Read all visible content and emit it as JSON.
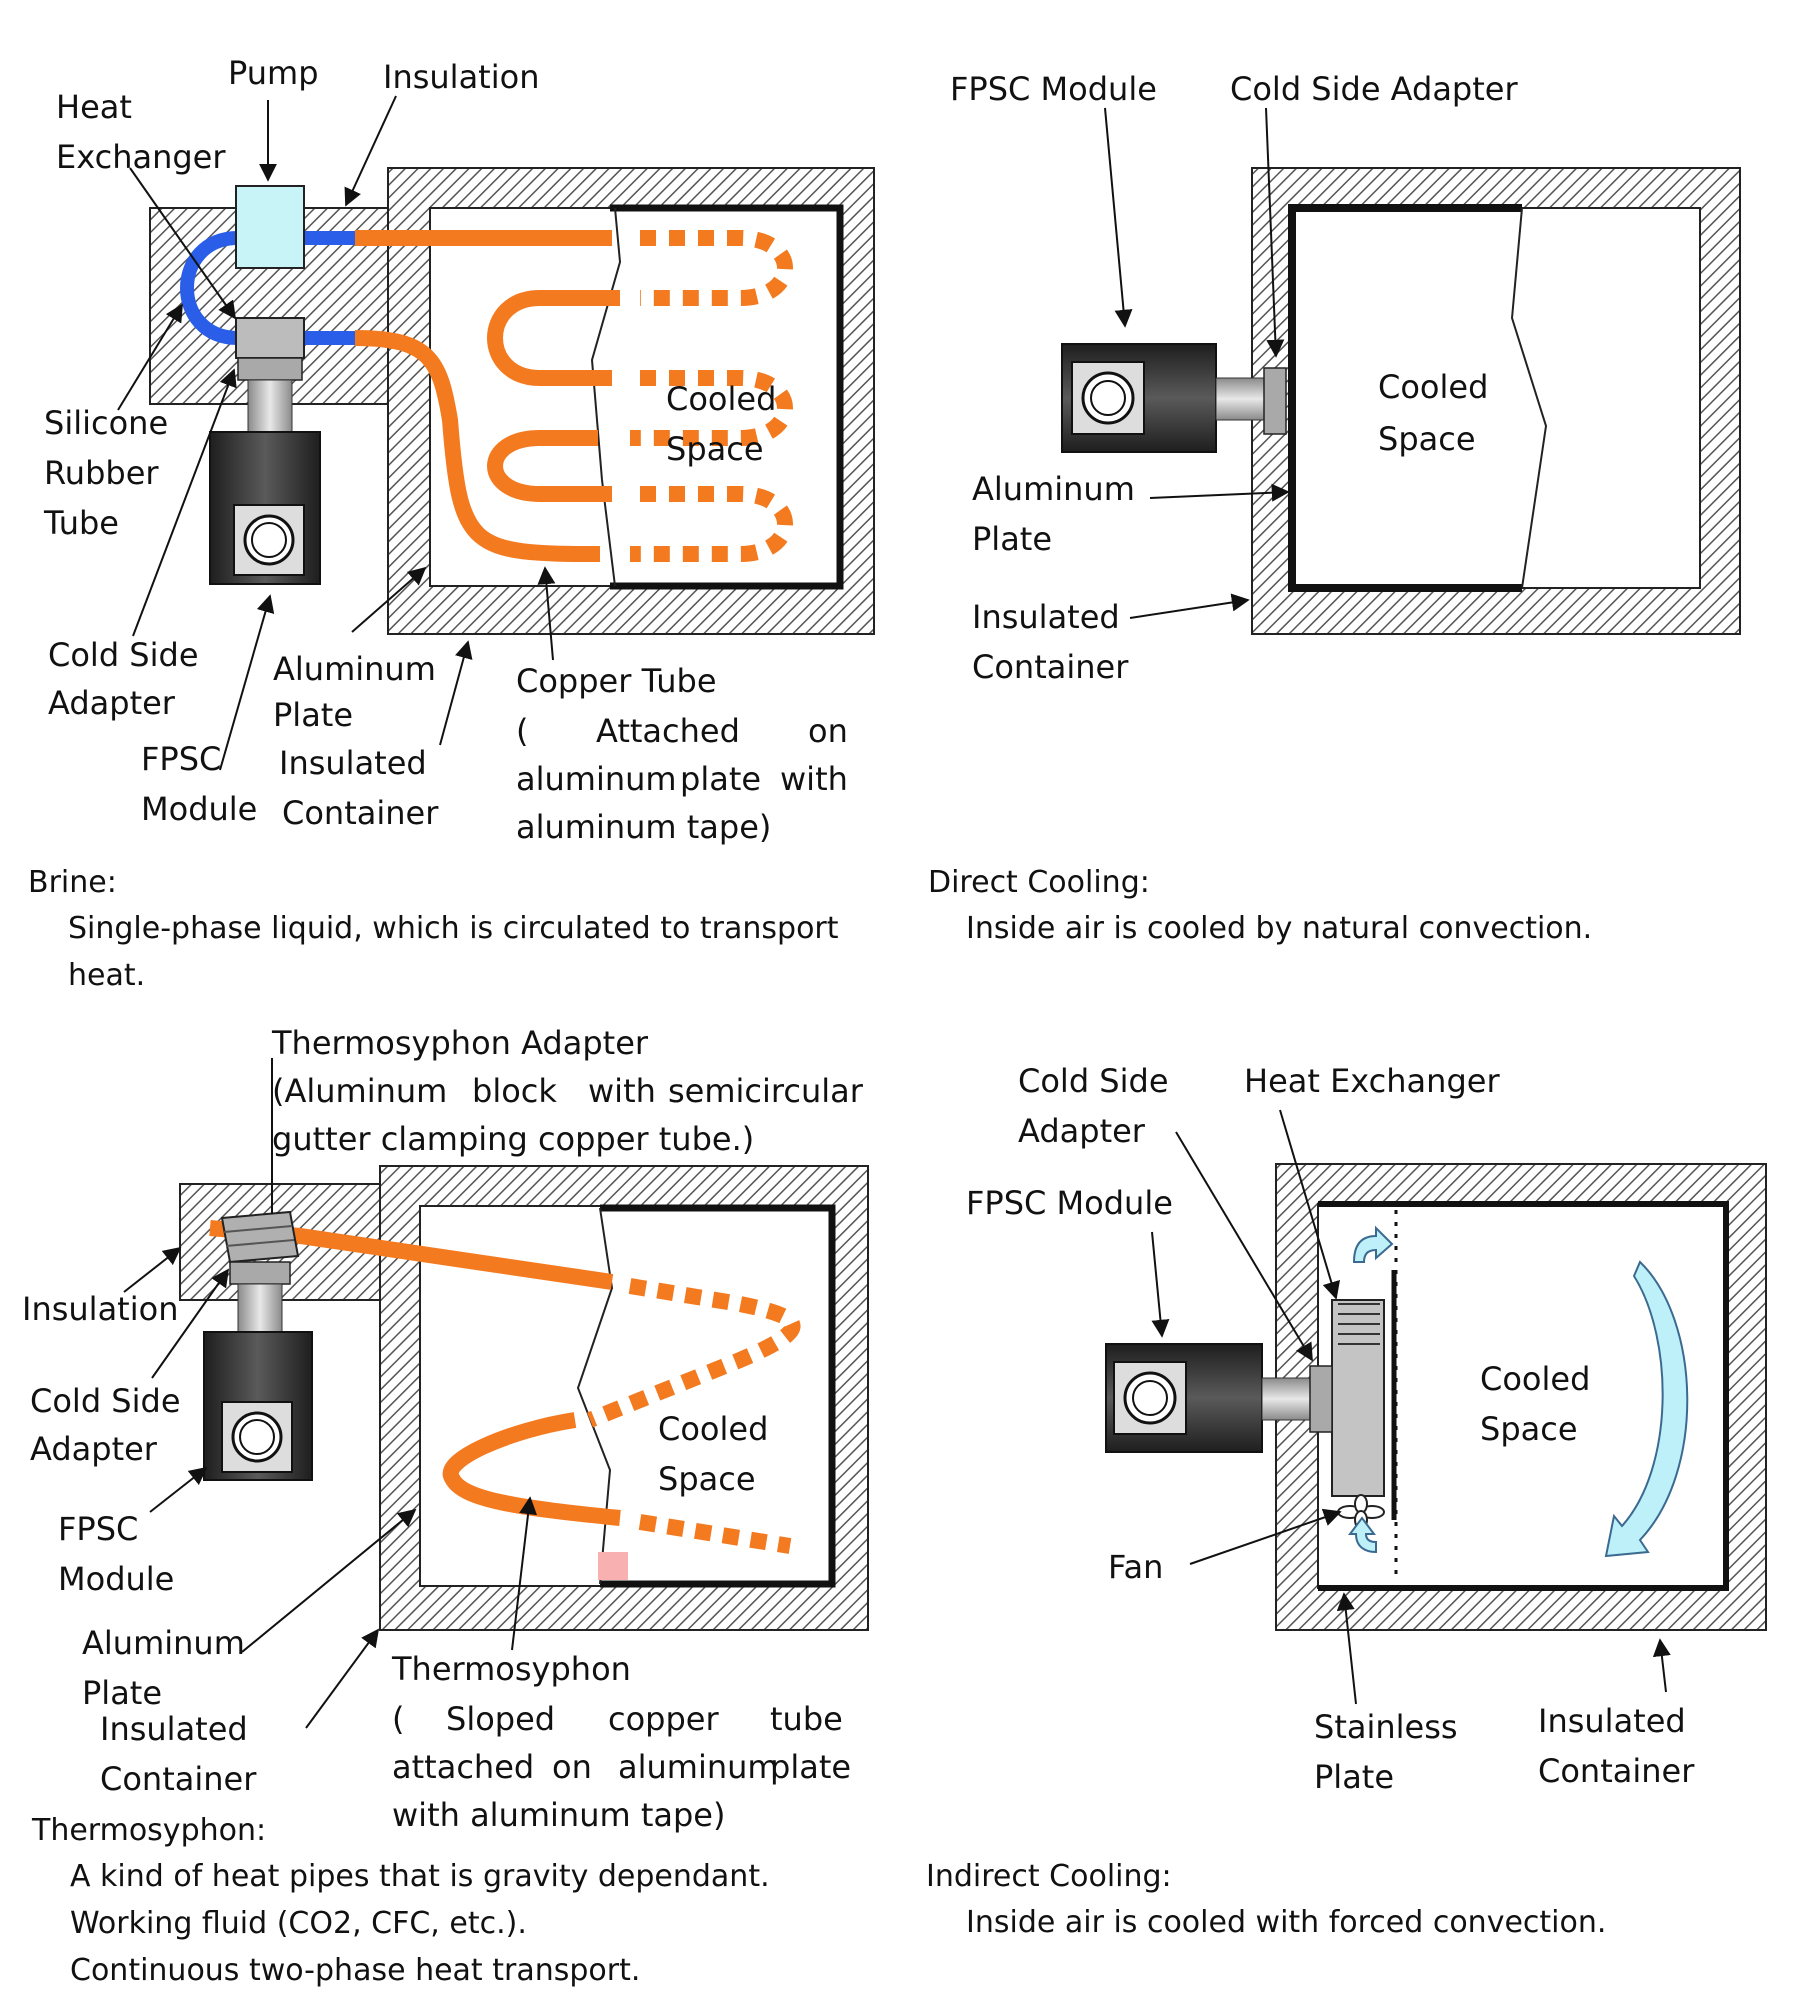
{
  "colors": {
    "tube": "#f47a20",
    "silicone": "#2a5ee8",
    "pump": "#c8f4f8",
    "module_dark": "#3a3a3a",
    "hatch": "#555555",
    "air_arrow": "#bdf0f8"
  },
  "brine": {
    "labels": {
      "pump": "Pump",
      "insulation": "Insulation",
      "heat_exchanger_1": "Heat",
      "heat_exchanger_2": "Exchanger",
      "silicone_1": "Silicone",
      "silicone_2": "Rubber",
      "silicone_3": "Tube",
      "cold_side_1": "Cold Side",
      "cold_side_2": "Adapter",
      "fpsc_1": "FPSC",
      "fpsc_2": "Module",
      "aluminum_1": "Aluminum",
      "aluminum_2": "Plate",
      "insulated_1": "Insulated",
      "insulated_2": "Container",
      "cooled_1": "Cooled",
      "cooled_2": "Space",
      "copper_1": "Copper Tube",
      "copper_2a": "(",
      "copper_2b": "Attached",
      "copper_2c": "on",
      "copper_3a": "aluminum",
      "copper_3b": "plate",
      "copper_3c": "with",
      "copper_4": "aluminum tape)"
    },
    "caption_title": "Brine:",
    "caption_line1": "Single-phase liquid, which is circulated to transport",
    "caption_line2": "heat."
  },
  "direct": {
    "labels": {
      "fpsc": "FPSC Module",
      "cold_side": "Cold Side Adapter",
      "cooled_1": "Cooled",
      "cooled_2": "Space",
      "aluminum_1": "Aluminum",
      "aluminum_2": "Plate",
      "insulated_1": "Insulated",
      "insulated_2": "Container"
    },
    "caption_title": "Direct Cooling:",
    "caption_line1": "Inside air is cooled by natural convection."
  },
  "thermo": {
    "labels": {
      "adapter_1": "Thermosyphon Adapter",
      "adapter_2a": "(Aluminum",
      "adapter_2b": "block",
      "adapter_2c": "with",
      "adapter_2d": "semicircular",
      "adapter_3": "gutter clamping copper tube.)",
      "insulation": "Insulation",
      "cold_side_1": "Cold Side",
      "cold_side_2": "Adapter",
      "fpsc_1": "FPSC",
      "fpsc_2": "Module",
      "aluminum_1": "Aluminum",
      "aluminum_2": "Plate",
      "insulated_1": "Insulated",
      "insulated_2": "Container",
      "cooled_1": "Cooled",
      "cooled_2": "Space",
      "ts_1": "Thermosyphon",
      "ts_2a": "(",
      "ts_2b": "Sloped",
      "ts_2c": "copper",
      "ts_2d": "tube",
      "ts_3a": "attached",
      "ts_3b": "on",
      "ts_3c": "aluminum",
      "ts_3d": "plate",
      "ts_4": "with aluminum tape)"
    },
    "caption_title": "Thermosyphon:",
    "caption_line1": "A kind of heat pipes that is gravity dependant.",
    "caption_line2": "Working fluid (CO2, CFC, etc.).",
    "caption_line3": "Continuous two-phase heat transport."
  },
  "indirect": {
    "labels": {
      "cold_side_1": "Cold Side",
      "cold_side_2": "Adapter",
      "heat_exchanger": "Heat Exchanger",
      "fpsc": "FPSC Module",
      "cooled_1": "Cooled",
      "cooled_2": "Space",
      "fan": "Fan",
      "stainless_1": "Stainless",
      "stainless_2": "Plate",
      "insulated_1": "Insulated",
      "insulated_2": "Container"
    },
    "caption_title": "Indirect Cooling:",
    "caption_line1": "Inside air is cooled with forced convection."
  }
}
